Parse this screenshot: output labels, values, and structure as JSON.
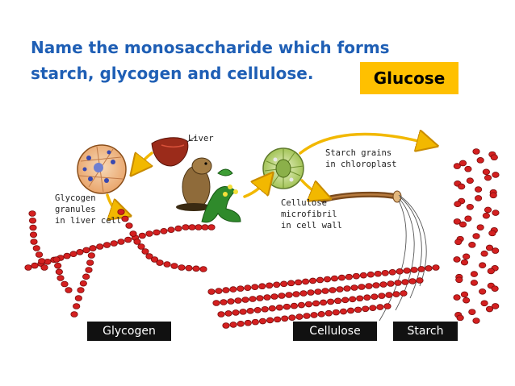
{
  "slide": {
    "question_line1": "Name the monosaccharide which forms",
    "question_line2": "starch, glycogen and cellulose.",
    "answer": "Glucose"
  },
  "diagram": {
    "label_liver": "Liver",
    "label_glycogen_granules": [
      "Glycogen",
      "granules",
      "in liver cell"
    ],
    "label_starch_grains": [
      "Starch grains",
      "in chloroplast"
    ],
    "label_cellulose_microfibril": [
      "Cellulose",
      "microfibril",
      "in cell wall"
    ]
  },
  "bottom_labels": {
    "glycogen": "Glycogen",
    "cellulose": "Cellulose",
    "starch": "Starch"
  },
  "colors": {
    "title": "#1f5fb5",
    "answer_bg": "#ffc000",
    "bead": "#d42020",
    "arrow": "#f2b800"
  }
}
